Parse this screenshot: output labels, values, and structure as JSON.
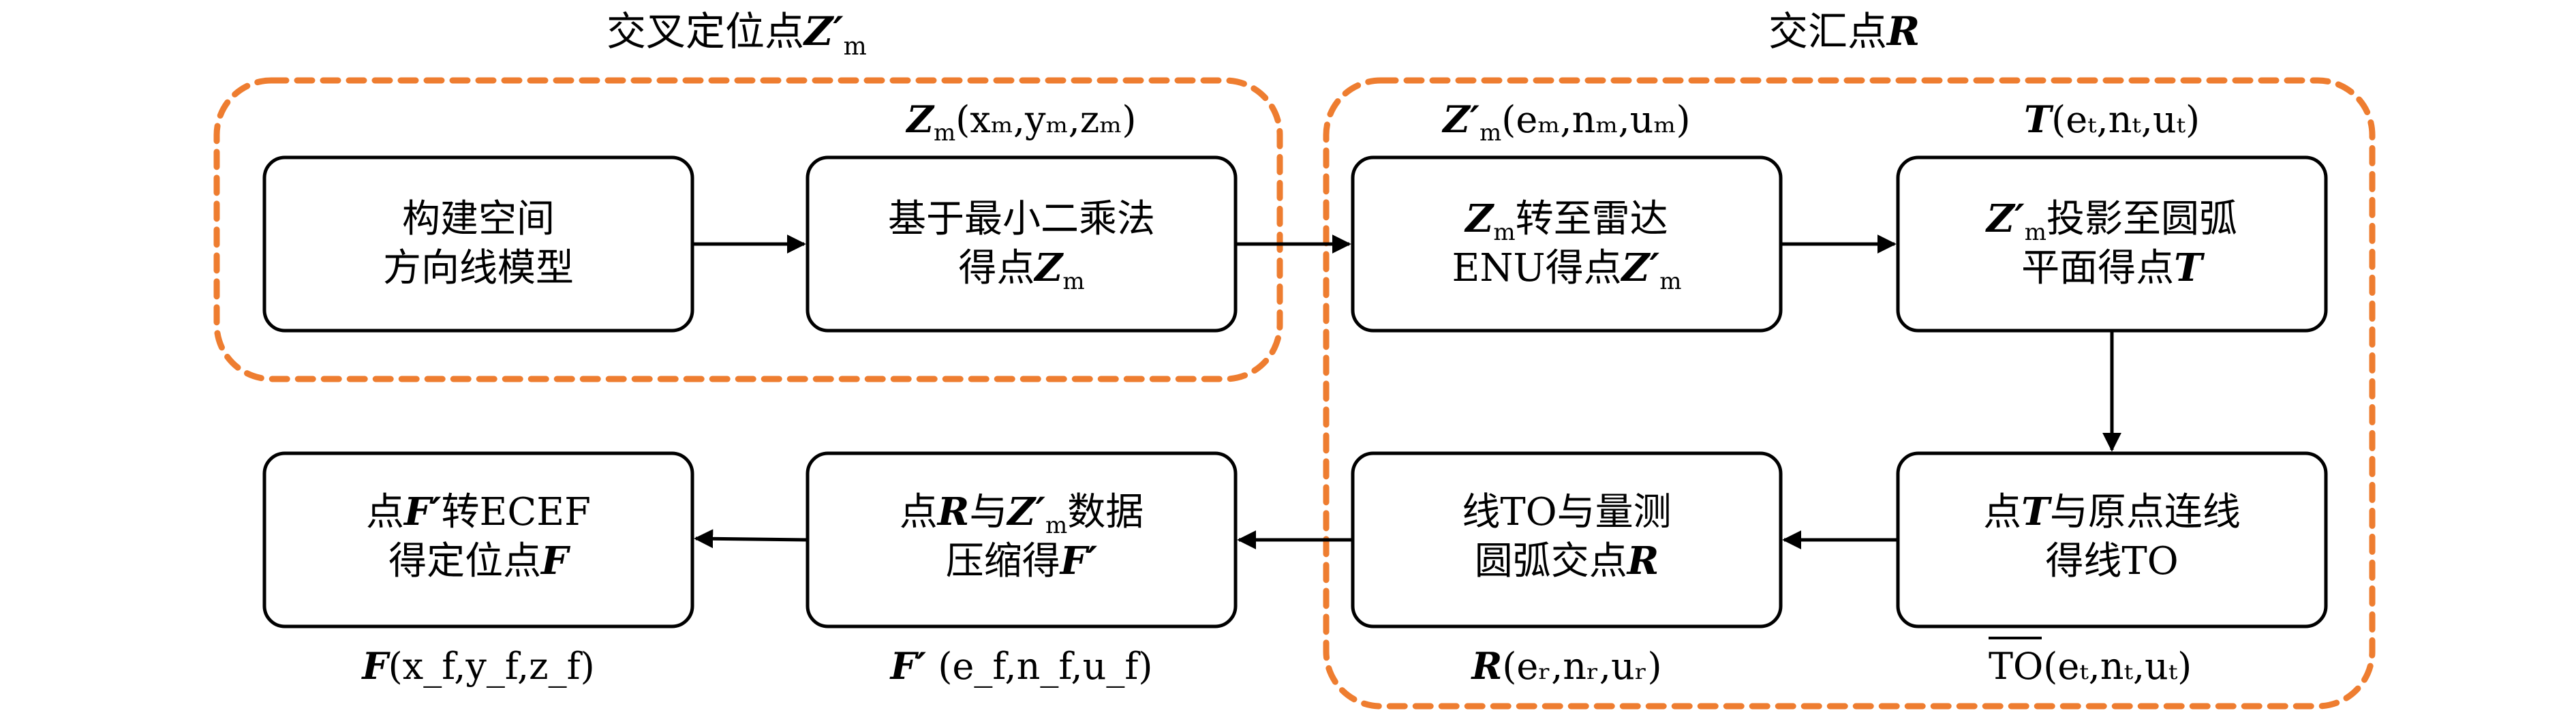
{
  "colors": {
    "dashed_frame": "#ee7d30",
    "box_stroke": "#000000",
    "arrow": "#000000"
  },
  "groups": {
    "left": {
      "title_prefix": "交叉定位点",
      "title_var": "Z",
      "title_prime": "′",
      "title_sub": "m"
    },
    "right": {
      "title_prefix": "交汇点",
      "title_var": "R"
    }
  },
  "boxes": {
    "b1": {
      "line1": "构建空间",
      "line2": "方向线模型"
    },
    "b2": {
      "line1": "基于最小二乘法",
      "line2_prefix": "得点",
      "line2_var": "Z",
      "line2_sub": "m"
    },
    "b3": {
      "line1_var": "Z",
      "line1_sub": "m",
      "line1_suffix": "转至雷达",
      "line2_prefix": "ENU得点",
      "line2_var": "Z",
      "line2_prime": "′",
      "line2_sub": "m"
    },
    "b4": {
      "line1_var": "Z",
      "line1_prime": "′",
      "line1_sub": "m",
      "line1_suffix": "投影至圆弧",
      "line2_prefix": "平面得点",
      "line2_var": "T"
    },
    "b5": {
      "line1_prefix": "点",
      "line1_var": "T",
      "line1_suffix": "与原点连线",
      "line2": "得线TO"
    },
    "b6": {
      "line1": "线TO与量测",
      "line2_prefix": "圆弧交点",
      "line2_var": "R"
    },
    "b7": {
      "line1_prefix": "点",
      "line1_var": "R",
      "line1_mid": "与",
      "line1_var2": "Z",
      "line1_prime": "′",
      "line1_sub": "m",
      "line1_suffix": "数据",
      "line2_prefix": "压缩得",
      "line2_var": "F",
      "line2_prime": "′"
    },
    "b8": {
      "line1_prefix": "点",
      "line1_var": "F",
      "line1_prime": "′",
      "line1_suffix": "转ECEF",
      "line2_prefix": "得定位点",
      "line2_var": "F"
    }
  },
  "labels": {
    "zm": "Z",
    "zm_sub": "m",
    "zm_coords": "(xₘ,yₘ,zₘ)",
    "zmp": "Z′",
    "zmp_sub": "m",
    "zmp_coords": "(eₘ,nₘ,uₘ)",
    "t": "T",
    "t_coords": "(eₜ,nₜ,uₜ)",
    "to_overline": "TO",
    "to_coords": "(eₜ,nₜ,uₜ)",
    "r": "R",
    "r_coords": "(eᵣ,nᵣ,uᵣ)",
    "fp": "F′",
    "fp_coords": " (e_f,n_f,u_f)",
    "f": "F",
    "f_coords": "(x_f,y_f,z_f)"
  }
}
